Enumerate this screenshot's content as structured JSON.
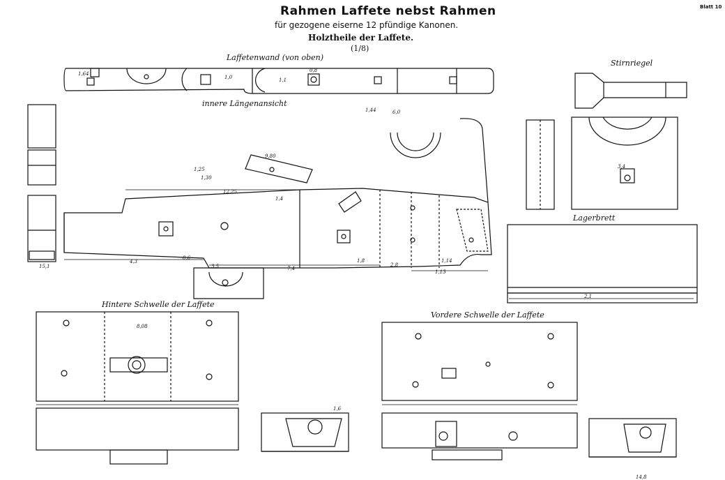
{
  "header": {
    "title": "Rahmen Laffete nebst Rahmen",
    "subtitle": "für gezogene eiserne 12 pfündige Kanonen.",
    "section": "Holztheile der Laffete.",
    "scale": "(1/8)",
    "plate": "Blatt 10"
  },
  "captions": {
    "side_top": "Laffetenwand (von oben)",
    "side_inner": "innere Längenansicht",
    "stirnriegel": "Stirnriegel",
    "lagerbrett": "Lagerbrett",
    "hintere": "Hintere Schwelle der Laffete",
    "vordere": "Vordere Schwelle der Laffete"
  },
  "dims": [
    "1,64",
    "1,0",
    "1,1",
    "0,8",
    "1,25",
    "1,30",
    "9,80",
    "12,25",
    "1,4",
    "4,3",
    "0,6",
    "3,5",
    "6,0",
    "1,44",
    "7,4",
    "1,8",
    "2,8",
    "1,14",
    "1,13",
    "8,08",
    "3,4",
    "2,1",
    "15,1",
    "14,8",
    "1,6"
  ]
}
